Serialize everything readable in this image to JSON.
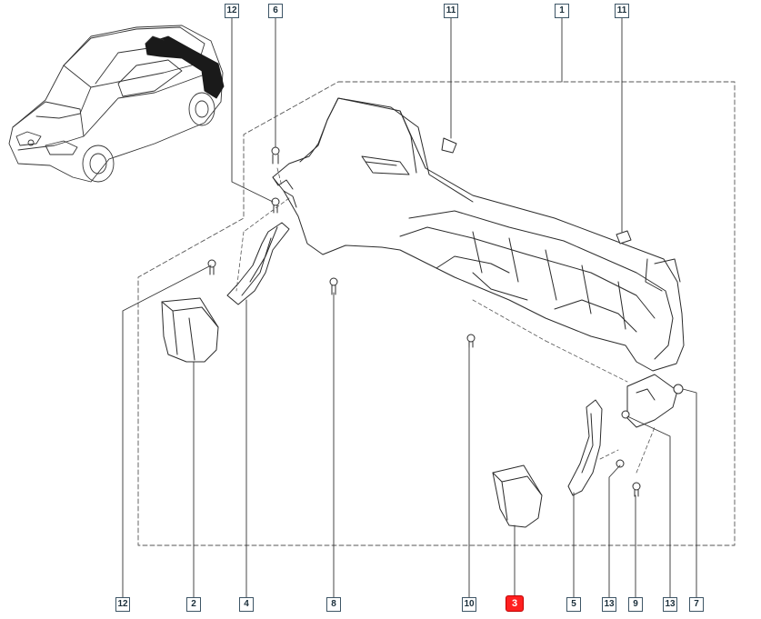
{
  "diagram": {
    "accent_color": "#ff2020",
    "selected_part": "3",
    "callouts_top": [
      "12",
      "6",
      "11",
      "1",
      "11"
    ],
    "callouts_bottom": [
      "12",
      "2",
      "4",
      "8",
      "10",
      "3",
      "5",
      "13",
      "9",
      "13",
      "7"
    ]
  }
}
